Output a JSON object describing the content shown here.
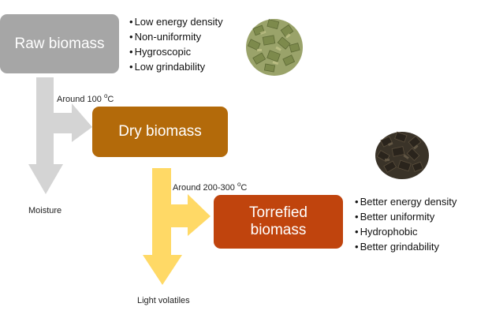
{
  "nodes": {
    "raw": "Raw biomass",
    "dry": "Dry biomass",
    "torrefied_line1": "Torrefied",
    "torrefied_line2": "biomass"
  },
  "steps": {
    "drying_temp_prefix": "Around 100 ",
    "drying_temp_sup": "o",
    "drying_temp_unit": "C",
    "torrefaction_temp_prefix": "Around 200-300 ",
    "torrefaction_temp_sup": "o",
    "torrefaction_temp_unit": "C"
  },
  "byproducts": {
    "moisture": "Moisture",
    "light_volatiles": "Light volatiles"
  },
  "raw_properties": [
    "Low energy density",
    "Non-uniformity",
    "Hygroscopic",
    "Low grindability"
  ],
  "torrefied_properties": [
    "Better energy density",
    "Better uniformity",
    "Hydrophobic",
    "Better grindability"
  ],
  "colors": {
    "raw_box": "#a6a6a6",
    "dry_box": "#b36a0a",
    "torrefied_box": "#c0440d",
    "gray_arrow": "#d4d4d4",
    "yellow_arrow": "#ffd966",
    "raw_pile": "#8d9a5c",
    "torrefied_pile": "#3a3328"
  }
}
